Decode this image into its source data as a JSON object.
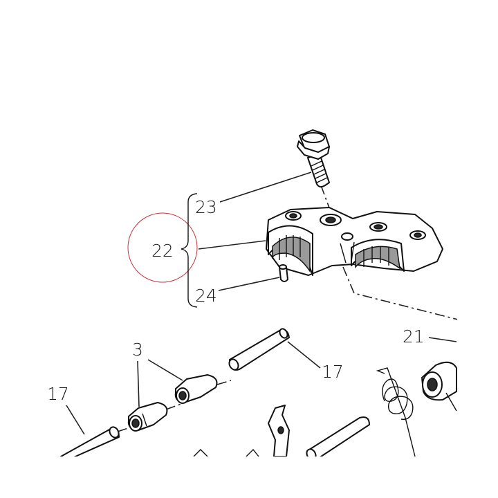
{
  "diagram": {
    "callouts": {
      "c3": "3",
      "c17a": "17",
      "c17b": "17",
      "c21": "21",
      "c22": "22",
      "c23": "23",
      "c24": "24"
    },
    "highlight_color": "#c8323c"
  }
}
